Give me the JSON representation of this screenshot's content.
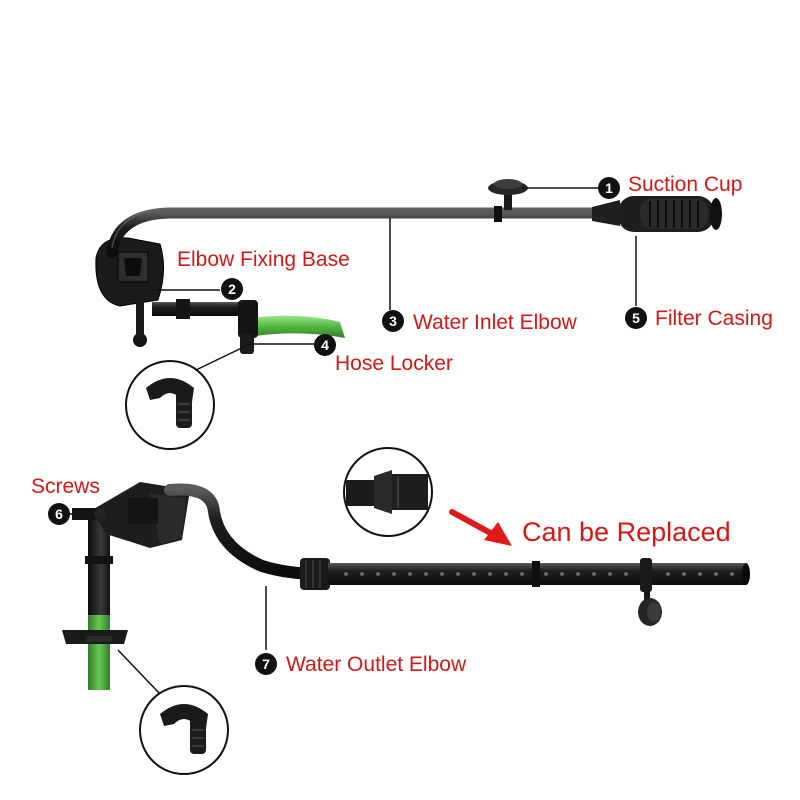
{
  "labels": {
    "suction_cup": "Suction Cup",
    "elbow_fixing_base": "Elbow Fixing Base",
    "water_inlet_elbow": "Water Inlet Elbow",
    "filter_casing": "Filter Casing",
    "hose_locker": "Hose Locker",
    "screws": "Screws",
    "can_be_replaced": "Can be Replaced",
    "water_outlet_elbow": "Water Outlet Elbow"
  },
  "markers": {
    "m1": "1",
    "m2": "2",
    "m3": "3",
    "m4": "4",
    "m5": "5",
    "m6": "6",
    "m7": "7"
  },
  "colors": {
    "label_red": "#d81616",
    "pipe_black": "#1c1c1c",
    "hose_green": "#3fae2a",
    "arrow_red": "#e01a1a"
  }
}
